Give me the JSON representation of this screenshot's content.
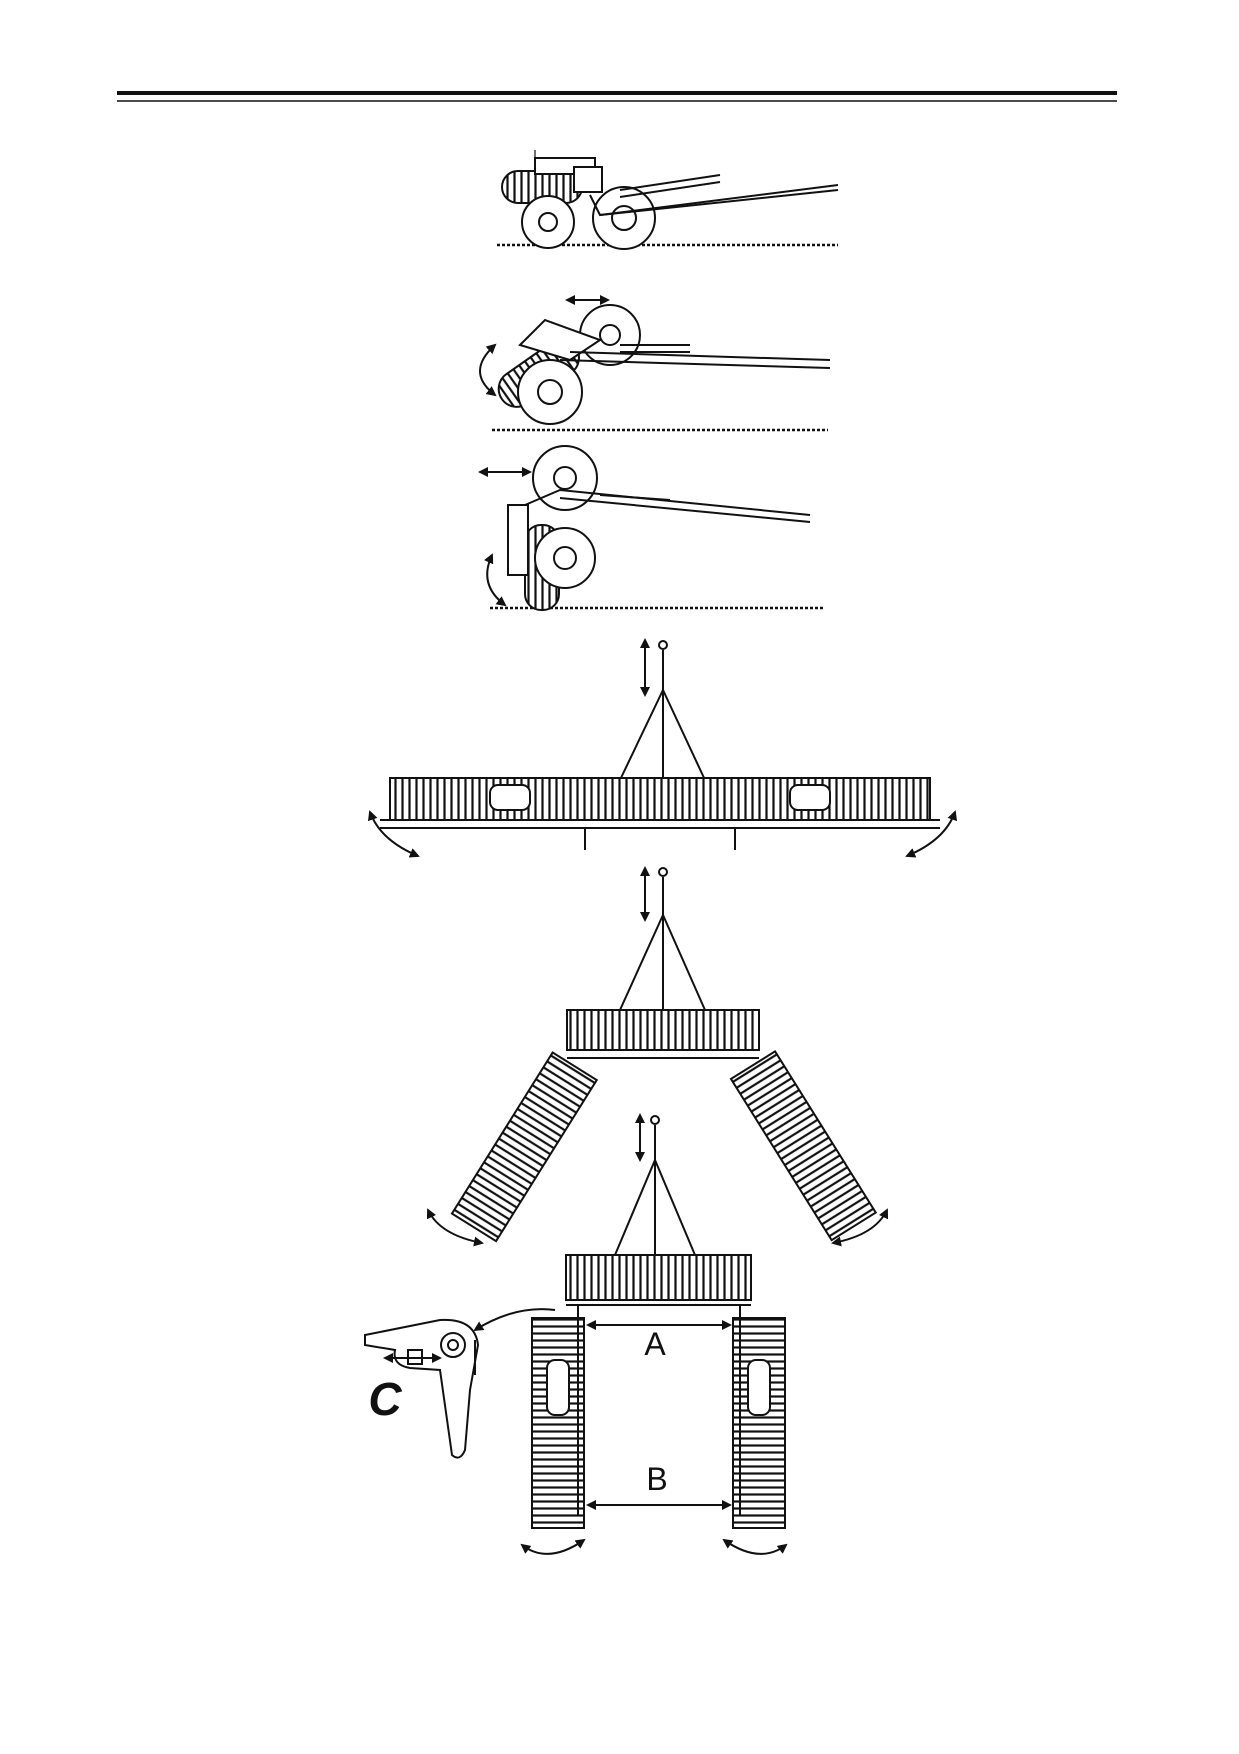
{
  "page": {
    "rule_count": 2
  },
  "labels": {
    "a": "A",
    "b": "B",
    "c": "C"
  },
  "figures": [
    {
      "name": "side-view-transport-position"
    },
    {
      "name": "side-view-lowering"
    },
    {
      "name": "side-view-vertical"
    },
    {
      "name": "top-view-extended"
    },
    {
      "name": "top-view-folding"
    },
    {
      "name": "top-view-folded"
    },
    {
      "name": "bracket-detail"
    }
  ],
  "icons": [
    "double-arrow-icon",
    "curved-arrow-icon"
  ],
  "colors": {
    "line": "#111111",
    "paper": "#ffffff"
  }
}
